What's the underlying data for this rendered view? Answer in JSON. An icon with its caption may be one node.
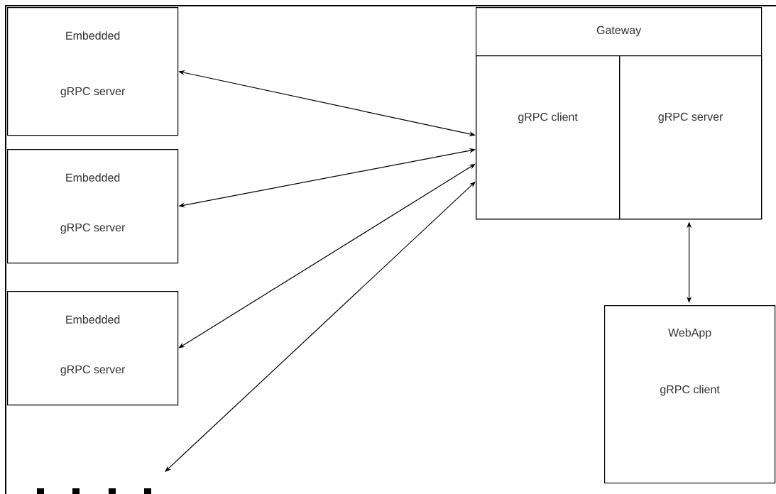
{
  "diagram": {
    "nodes": [
      {
        "text": [
          "Embedded",
          "gRPC server"
        ]
      },
      {
        "text": [
          "Embedded",
          "gRPC server"
        ]
      },
      {
        "text": [
          "Embedded",
          "gRPC server"
        ]
      },
      {
        "text": [
          "Gateway"
        ]
      },
      {
        "text": [
          "gRPC client"
        ],
        "in": 3
      },
      {
        "text": [
          "gRPC server"
        ],
        "in": 3
      },
      {
        "text": [
          "WebApp",
          "gRPC client"
        ]
      }
    ],
    "edges": [
      {
        "from": 4,
        "to": 0,
        "arrow": "both"
      },
      {
        "from": 4,
        "to": 1,
        "arrow": "both"
      },
      {
        "from": 4,
        "to": 2,
        "arrow": "both"
      },
      {
        "from": 4,
        "to": null,
        "arrow": "both"
      },
      {
        "from": 5,
        "to": 6,
        "arrow": "both"
      }
    ]
  }
}
